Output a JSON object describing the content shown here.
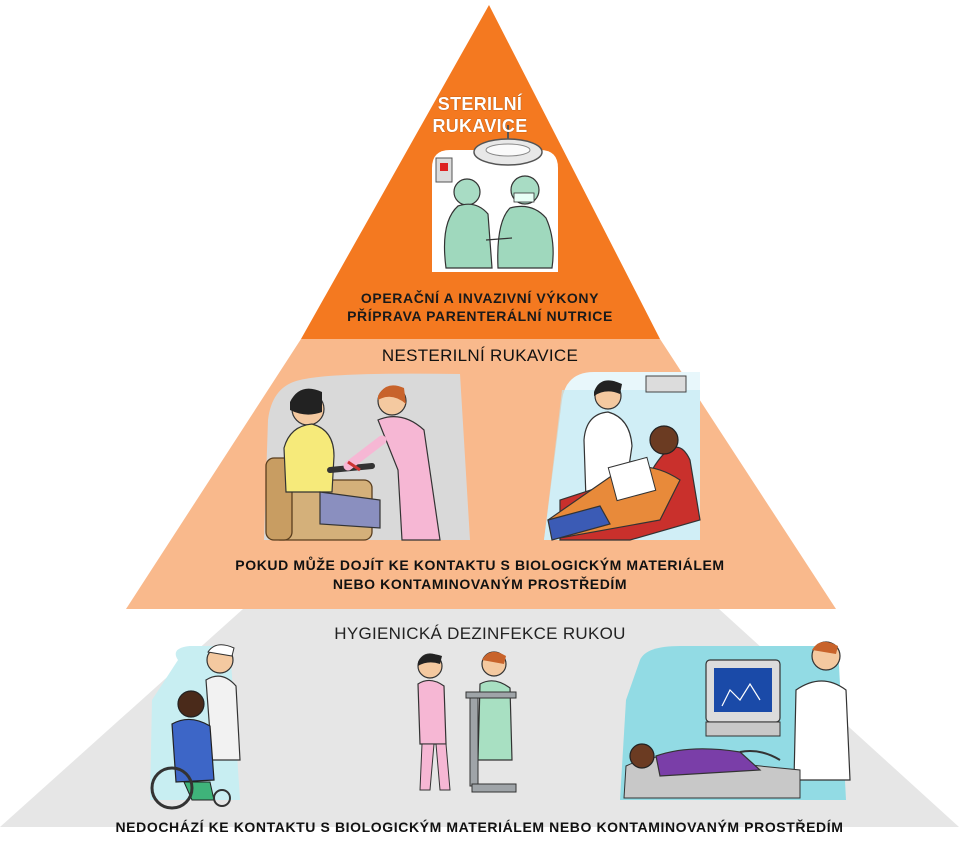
{
  "pyramid": {
    "top": {
      "title_lines": [
        "STERILNÍ",
        "RUKAVICE"
      ],
      "description_lines": [
        "OPERAČNÍ A INVAZIVNÍ VÝKONY",
        "PŘÍPRAVA PARENTERÁLNÍ NUTRICE"
      ],
      "color": "#f47920"
    },
    "middle": {
      "title": "NESTERILNÍ RUKAVICE",
      "description_lines": [
        "POKUD MŮŽE DOJÍT KE KONTAKTU S BIOLOGICKÝM MATERIÁLEM",
        "NEBO KONTAMINOVANÝM PROSTŘEDÍM"
      ],
      "color": "#f9b98c"
    },
    "bottom": {
      "title": "HYGIENICKÁ DEZINFEKCE RUKOU",
      "description": "NEDOCHÁZÍ KE KONTAKTU S BIOLOGICKÝM MATERIÁLEM NEBO KONTAMINOVANÝM PROSTŘEDÍM",
      "color": "#e6e6e6"
    }
  }
}
